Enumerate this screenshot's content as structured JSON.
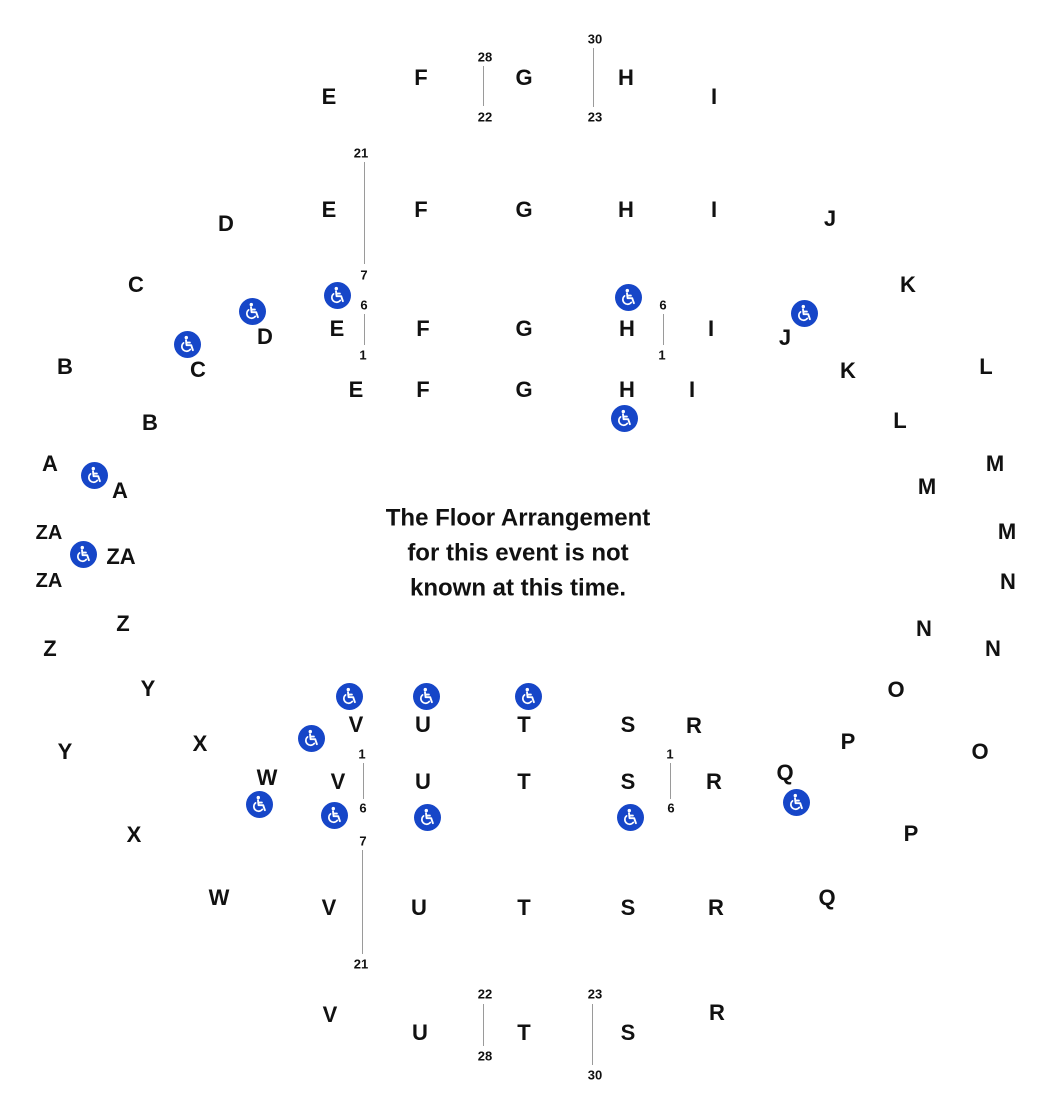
{
  "notice": {
    "line1": "The Floor Arrangement",
    "line2": "for this event is not",
    "line3": "known at this time."
  },
  "icon_semantic": "wheelchair-accessible-icon",
  "colors": {
    "accessible_icon_bg": "#1646c8",
    "accessible_icon_fg": "#ffffff",
    "text": "#111111",
    "divider": "#9a9a9a"
  },
  "section_labels": [
    "E",
    "F",
    "G",
    "H",
    "I",
    "E",
    "F",
    "G",
    "H",
    "I",
    "E",
    "F",
    "G",
    "H",
    "I",
    "E",
    "F",
    "G",
    "H",
    "I",
    "D",
    "D",
    "C",
    "C",
    "B",
    "B",
    "A",
    "A",
    "ZA",
    "ZA",
    "ZA",
    "Z",
    "Z",
    "Y",
    "Y",
    "X",
    "X",
    "W",
    "W",
    "J",
    "J",
    "K",
    "K",
    "L",
    "L",
    "M",
    "M",
    "M",
    "N",
    "N",
    "N",
    "O",
    "O",
    "P",
    "P",
    "Q",
    "Q",
    "V",
    "U",
    "T",
    "S",
    "R",
    "V",
    "U",
    "T",
    "S",
    "R",
    "V",
    "U",
    "T",
    "S",
    "R",
    "V",
    "U",
    "T",
    "S",
    "R"
  ],
  "row_numbers": [
    "28",
    "22",
    "30",
    "23",
    "21",
    "7",
    "6",
    "1",
    "6",
    "1",
    "1",
    "6",
    "7",
    "21",
    "1",
    "6",
    "22",
    "28",
    "23",
    "30"
  ]
}
